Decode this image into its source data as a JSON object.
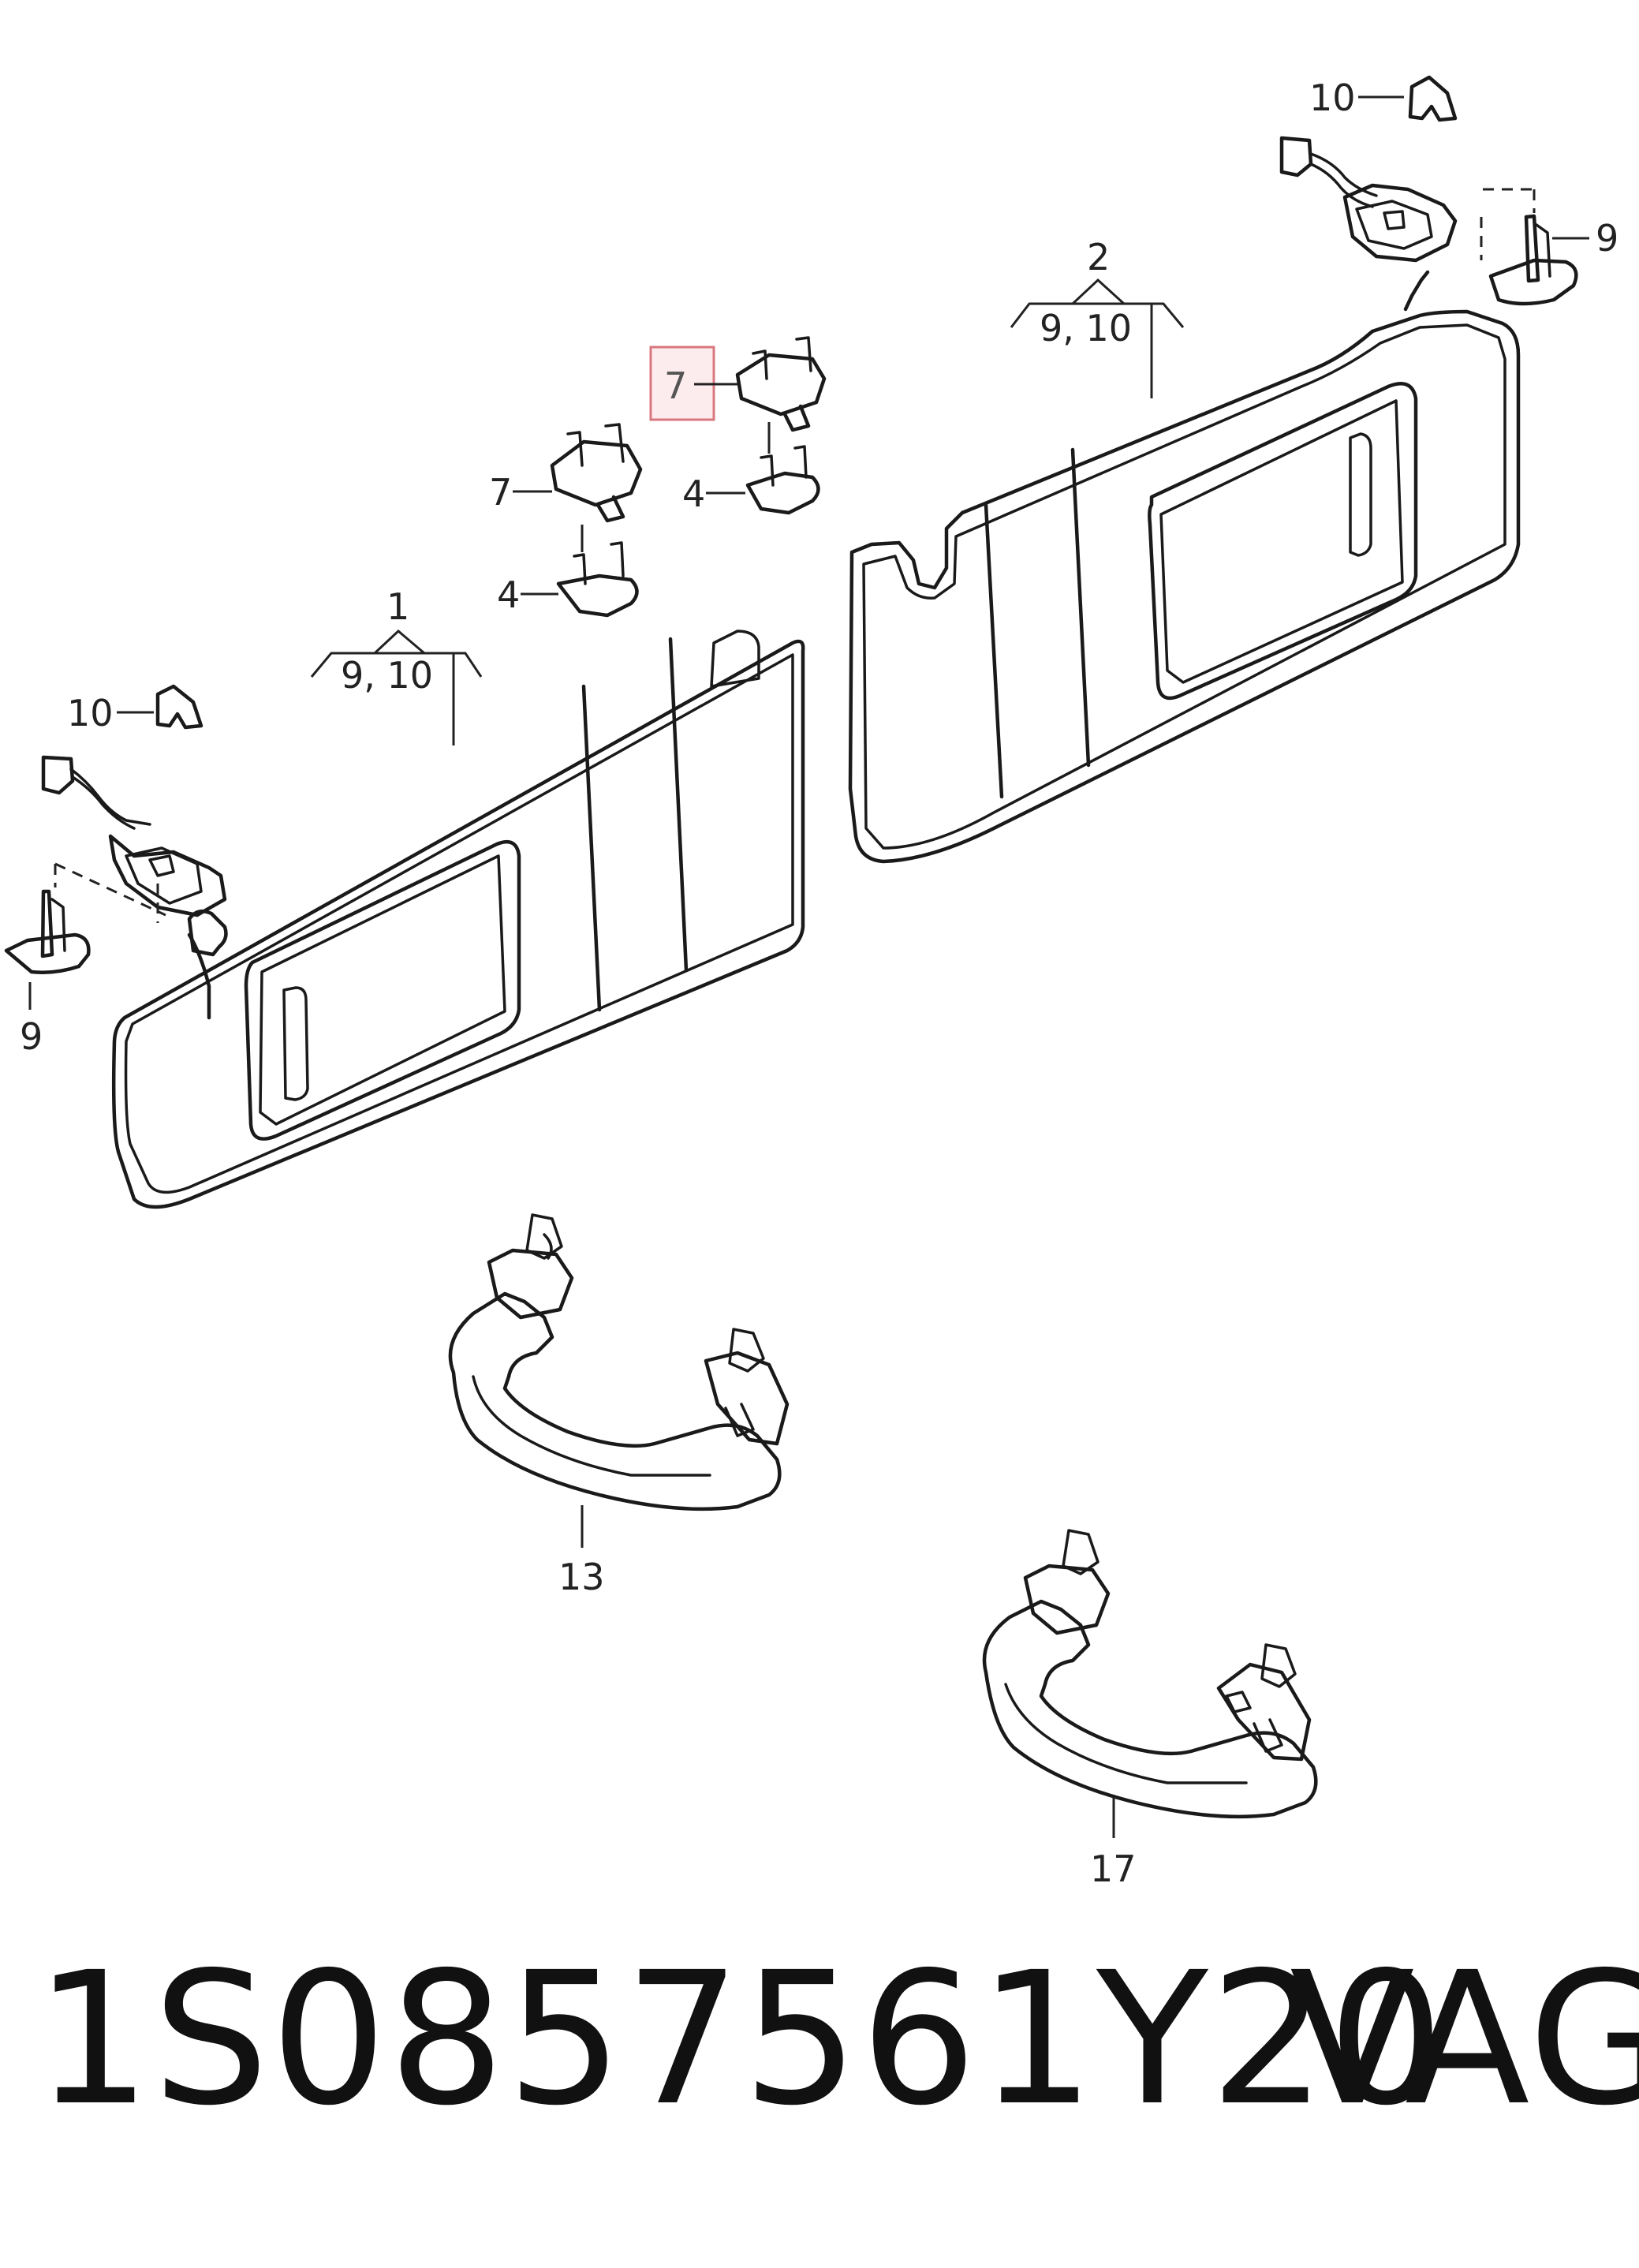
{
  "diagram": {
    "callouts": {
      "left_visor": "1",
      "left_visor_sub": "9, 10",
      "right_visor": "2",
      "right_visor_sub": "9, 10",
      "clip_left_a": "7",
      "clip_left_b": "4",
      "clip_right_a": "7",
      "clip_right_b": "4",
      "cover_left": "9",
      "cover_right": "9",
      "cap_left": "10",
      "cap_right": "10",
      "grab_handle_a": "13",
      "grab_handle_b": "17"
    },
    "highlight_color": "#d9777f"
  },
  "footer": {
    "part_number": "1S0857561Y20",
    "brand": "VAG"
  }
}
